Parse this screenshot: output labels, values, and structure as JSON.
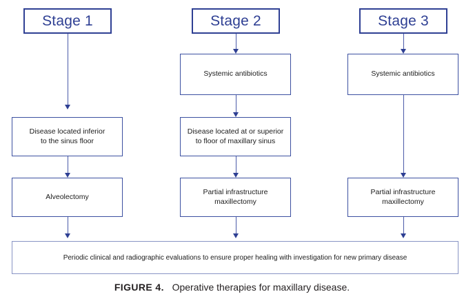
{
  "figure": {
    "caption_figure_number": "FIGURE 4.",
    "caption_text": "Operative therapies for maxillary disease.",
    "accent_color": "#2e3f93",
    "box_border_color": "#3b4fa0",
    "summary_border_color": "#8793c4",
    "text_color": "#1a1a1a",
    "background_color": "#ffffff"
  },
  "columns": [
    {
      "id": "stage-1",
      "header": "Stage 1",
      "steps": [
        "Disease located inferior to the sinus floor",
        "Alveolectomy"
      ]
    },
    {
      "id": "stage-2",
      "header": "Stage 2",
      "steps": [
        "Systemic antibiotics",
        "Disease located at or superior to floor of maxillary sinus",
        "Partial infrastructure maxillectomy"
      ]
    },
    {
      "id": "stage-3",
      "header": "Stage 3",
      "steps": [
        "Systemic antibiotics",
        "Partial infrastructure maxillectomy"
      ]
    }
  ],
  "nodes": {
    "stage1_header": "Stage 1",
    "stage2_header": "Stage 2",
    "stage3_header": "Stage 3",
    "c1_step1_line1": "Disease located inferior",
    "c1_step1_line2": "to the sinus floor",
    "c1_step2": "Alveolectomy",
    "c2_step1": "Systemic antibiotics",
    "c2_step2_line1": "Disease located at or superior",
    "c2_step2_line2": "to floor of maxillary sinus",
    "c2_step3_line1": "Partial infrastructure",
    "c2_step3_line2": "maxillectomy",
    "c3_step1": "Systemic antibiotics",
    "c3_step2_line1": "Partial infrastructure",
    "c3_step2_line2": "maxillectomy"
  },
  "summary": {
    "text": "Periodic clinical and radiographic evaluations to ensure proper healing with investigation for new primary disease"
  }
}
